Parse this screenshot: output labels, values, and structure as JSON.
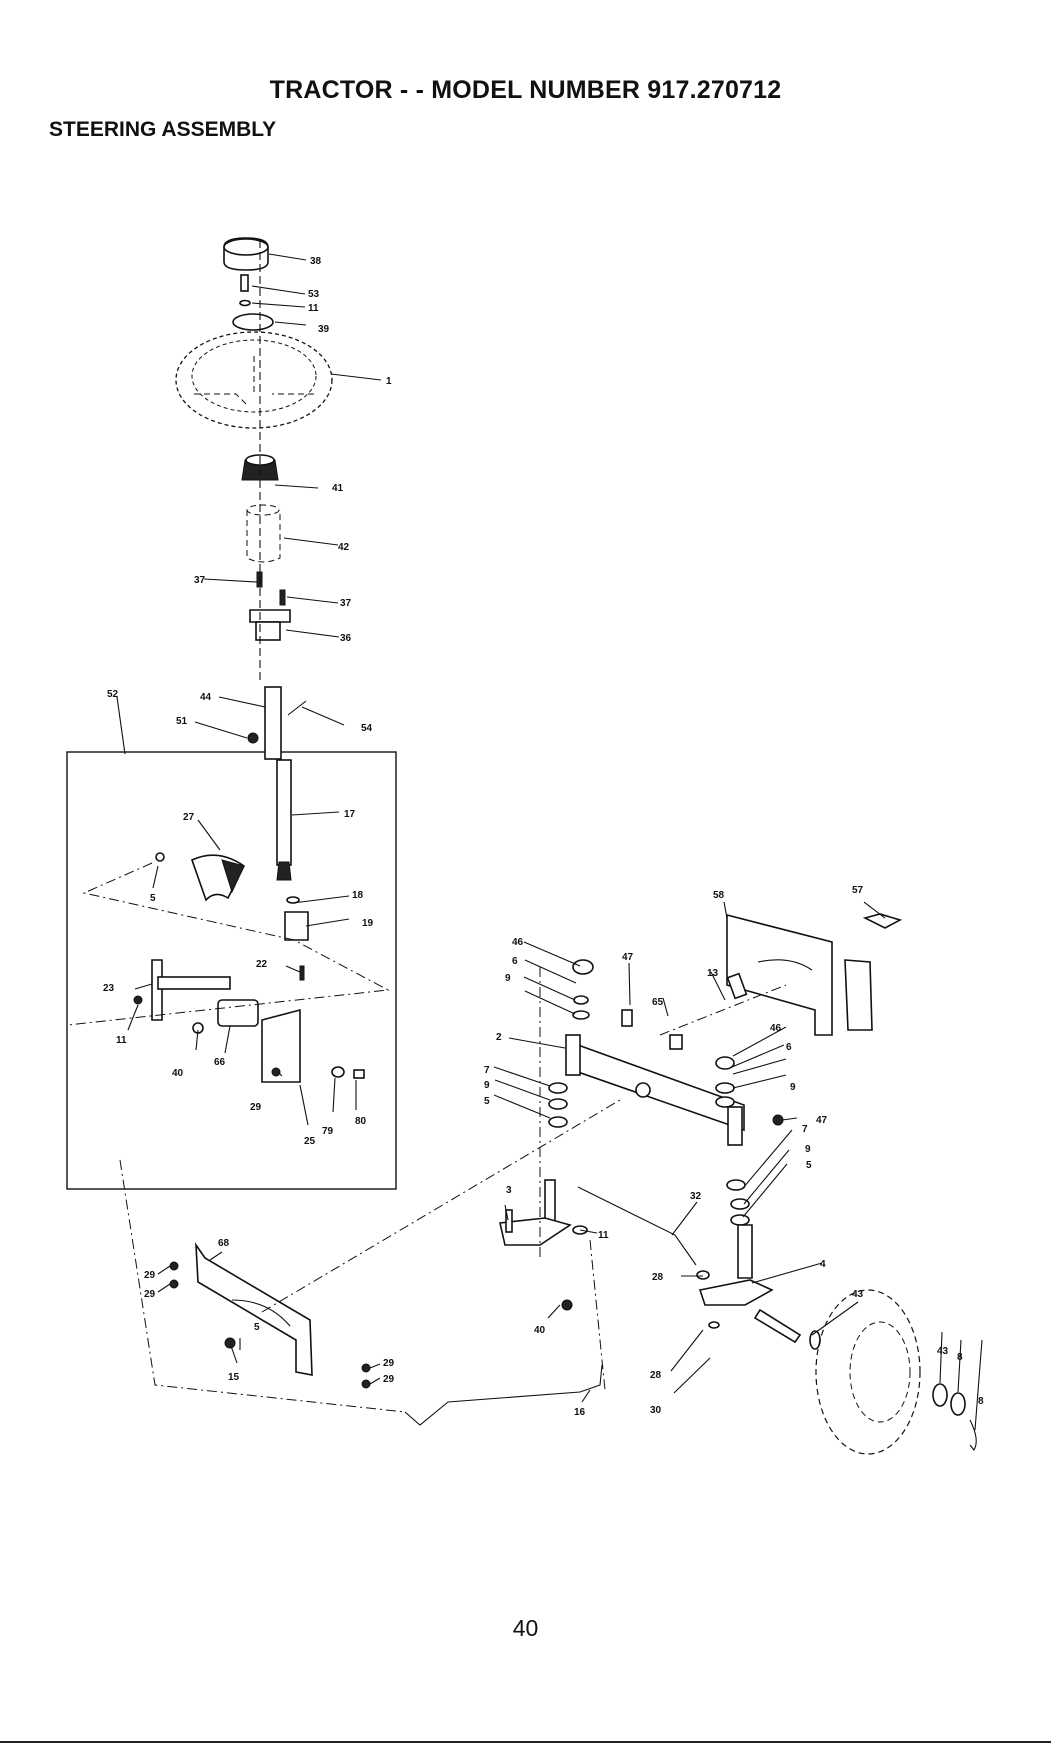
{
  "header": {
    "title": "TRACTOR - - MODEL NUMBER 917.270712",
    "section": "STEERING ASSEMBLY"
  },
  "footer": {
    "page_number": "40"
  },
  "callouts": [
    "38",
    "53",
    "11",
    "39",
    "1",
    "41",
    "42",
    "37",
    "37",
    "36",
    "52",
    "44",
    "51",
    "54",
    "17",
    "27",
    "5",
    "18",
    "19",
    "22",
    "23",
    "11",
    "40",
    "66",
    "29",
    "79",
    "80",
    "25",
    "58",
    "57",
    "46",
    "6",
    "9",
    "47",
    "65",
    "13",
    "2",
    "7",
    "9",
    "5",
    "46",
    "6",
    "9",
    "47",
    "3",
    "11",
    "32",
    "7",
    "9",
    "5",
    "4",
    "28",
    "40",
    "43",
    "43",
    "8",
    "8",
    "28",
    "30",
    "68",
    "29",
    "29",
    "5",
    "15",
    "29",
    "29",
    "16"
  ]
}
